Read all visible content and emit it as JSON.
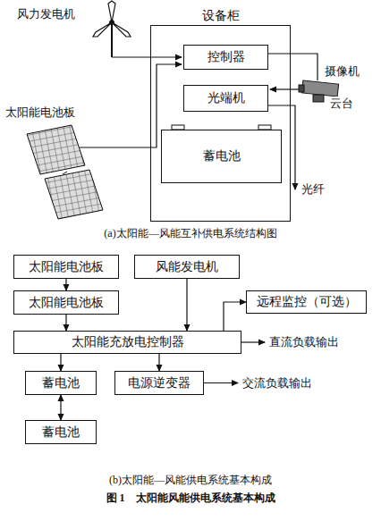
{
  "diagram": {
    "caption": "图 1　太阳能风能供电系统基本构成",
    "nodes": [
      {
        "text": [
          "设备柜"
        ]
      },
      {
        "text": [
          "控制器"
        ],
        "in": 0
      },
      {
        "text": [
          "光端机"
        ],
        "in": 0
      },
      {
        "text": [
          "蓄电池"
        ],
        "in": 0
      },
      {
        "text": [
          "太阳能电池板"
        ]
      },
      {
        "text": [
          "风能发电机"
        ]
      },
      {
        "text": [
          "太阳能电池板"
        ]
      },
      {
        "text": [
          "远程监控（可选）"
        ]
      },
      {
        "text": [
          "太阳能充放电控制器"
        ]
      },
      {
        "text": [
          "蓄电池"
        ]
      },
      {
        "text": [
          "电源逆变器"
        ]
      },
      {
        "text": [
          "蓄电池"
        ]
      }
    ],
    "edges": [
      {
        "from": 4,
        "to": 6,
        "arrow": "to"
      },
      {
        "from": 6,
        "to": 8,
        "arrow": "to"
      },
      {
        "from": 5,
        "to": 8,
        "arrow": "to"
      },
      {
        "from": 8,
        "to": 7,
        "arrow": "to"
      },
      {
        "from": 8,
        "to": 9,
        "arrow": "to"
      },
      {
        "from": 8,
        "to": 10,
        "arrow": "to"
      },
      {
        "from": 9,
        "to": 11,
        "arrow": "both"
      }
    ],
    "labels": [
      "风力发电机",
      "太阳能电池板",
      "摄像机",
      "云台",
      "光纤",
      "(a)太阳能—风能互补供电系统结构图",
      "直流负载输出",
      "交流负载输出",
      "(b)太阳能—风能供电系统基本构成"
    ]
  }
}
